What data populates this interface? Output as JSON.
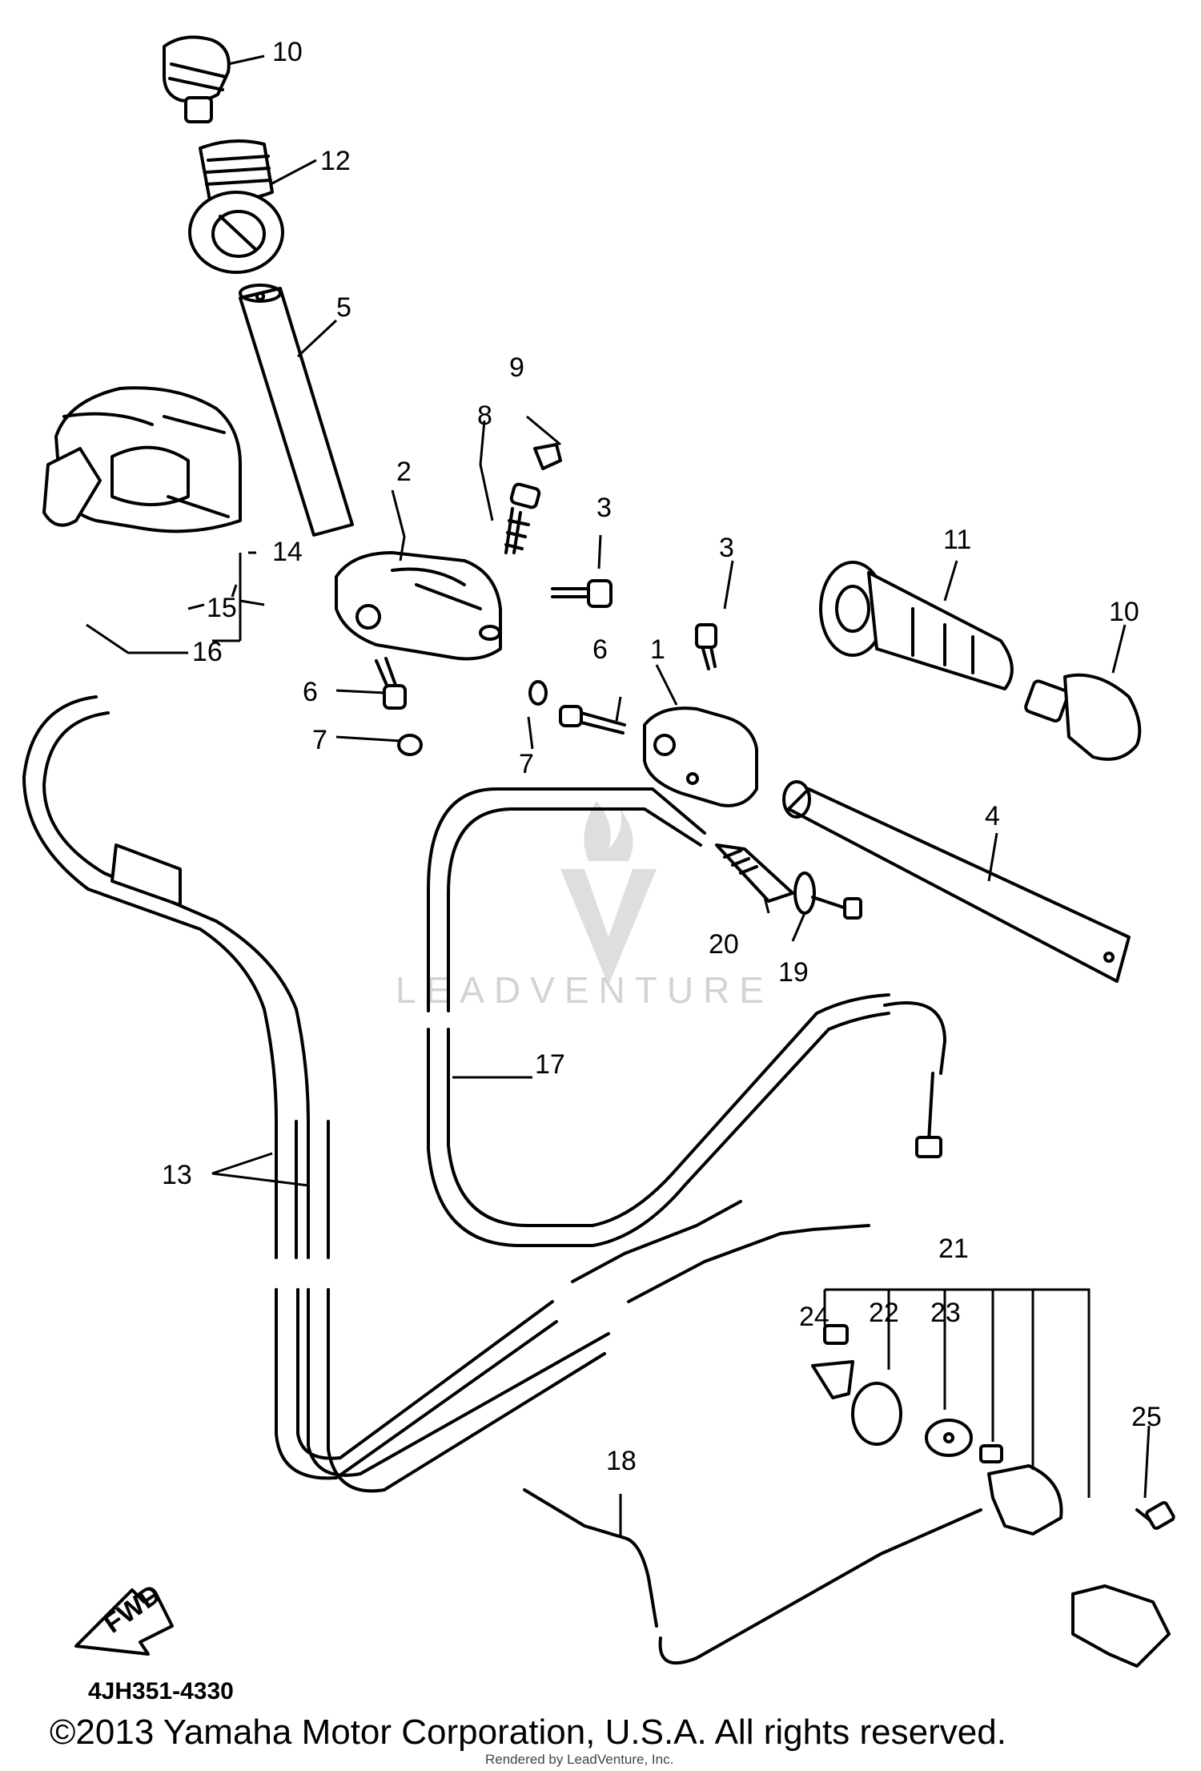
{
  "diagram": {
    "callouts": {
      "c1": "1",
      "c2": "2",
      "c3a": "3",
      "c3b": "3",
      "c4": "4",
      "c5": "5",
      "c6a": "6",
      "c6b": "6",
      "c7a": "7",
      "c7b": "7",
      "c8": "8",
      "c9": "9",
      "c10a": "10",
      "c10b": "10",
      "c11": "11",
      "c12": "12",
      "c13": "13",
      "c14": "14",
      "c15": "15",
      "c16": "16",
      "c17": "17",
      "c18": "18",
      "c19": "19",
      "c20": "20",
      "c21": "21",
      "c22": "22",
      "c23": "23",
      "c24": "24",
      "c25": "25"
    },
    "fwd_label": "FWD",
    "watermark": "LEADVENTURE",
    "diagram_code": "4JH351-4330",
    "copyright": "©2013 Yamaha Motor Corporation, U.S.A. All rights reserved.",
    "rendered_by": "Rendered by LeadVenture, Inc."
  }
}
